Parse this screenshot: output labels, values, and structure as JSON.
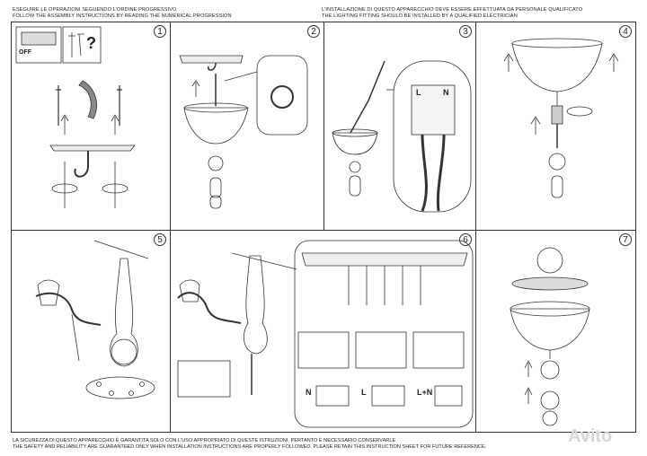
{
  "header": {
    "left_line1": "ESEGUIRE LE OPERAZIONI SEGUENDO L'ORDINE PROGRESSIVO",
    "left_line2": "FOLLOW THE ASSEMBLY INSTRUCTIONS BY READING THE NUMERICAL PROGRESSION",
    "right_line1": "L'INSTALLAZIONE DI QUESTO APPARECCHIO DEVE ESSERE EFFETTUATA DA PERSONALE QUALIFICATO",
    "right_line2": "THE LIGHTING FITTING SHOULD BE INSTALLED BY A QUALIFIED ELECTRICIAN"
  },
  "steps": [
    "1",
    "2",
    "3",
    "4",
    "5",
    "6",
    "7"
  ],
  "labels": {
    "off": "OFF",
    "question": "?",
    "terminal_l": "L",
    "terminal_n": "N",
    "wire_n": "N",
    "wire_l": "L",
    "wire_ln": "L+N"
  },
  "footer": {
    "line1": "LA SICUREZZA DI QUESTO APPARECCHIO È GARANTITA SOLO CON L'USO APPROPRIATO DI QUESTE ISTRUZIONI, PERTANTO È NECESSARIO CONSERVARLE",
    "line2": "THE SAFETY AND RELIABILITY ARE GUARANTEED ONLY WHEN INSTALLATION INSTRUCTIONS ARE PROPERLY FOLLOWED. PLEASE RETAIN THIS INSTRUCTION SHEET FOR FUTURE REFERENCE."
  },
  "watermark": "Avito"
}
